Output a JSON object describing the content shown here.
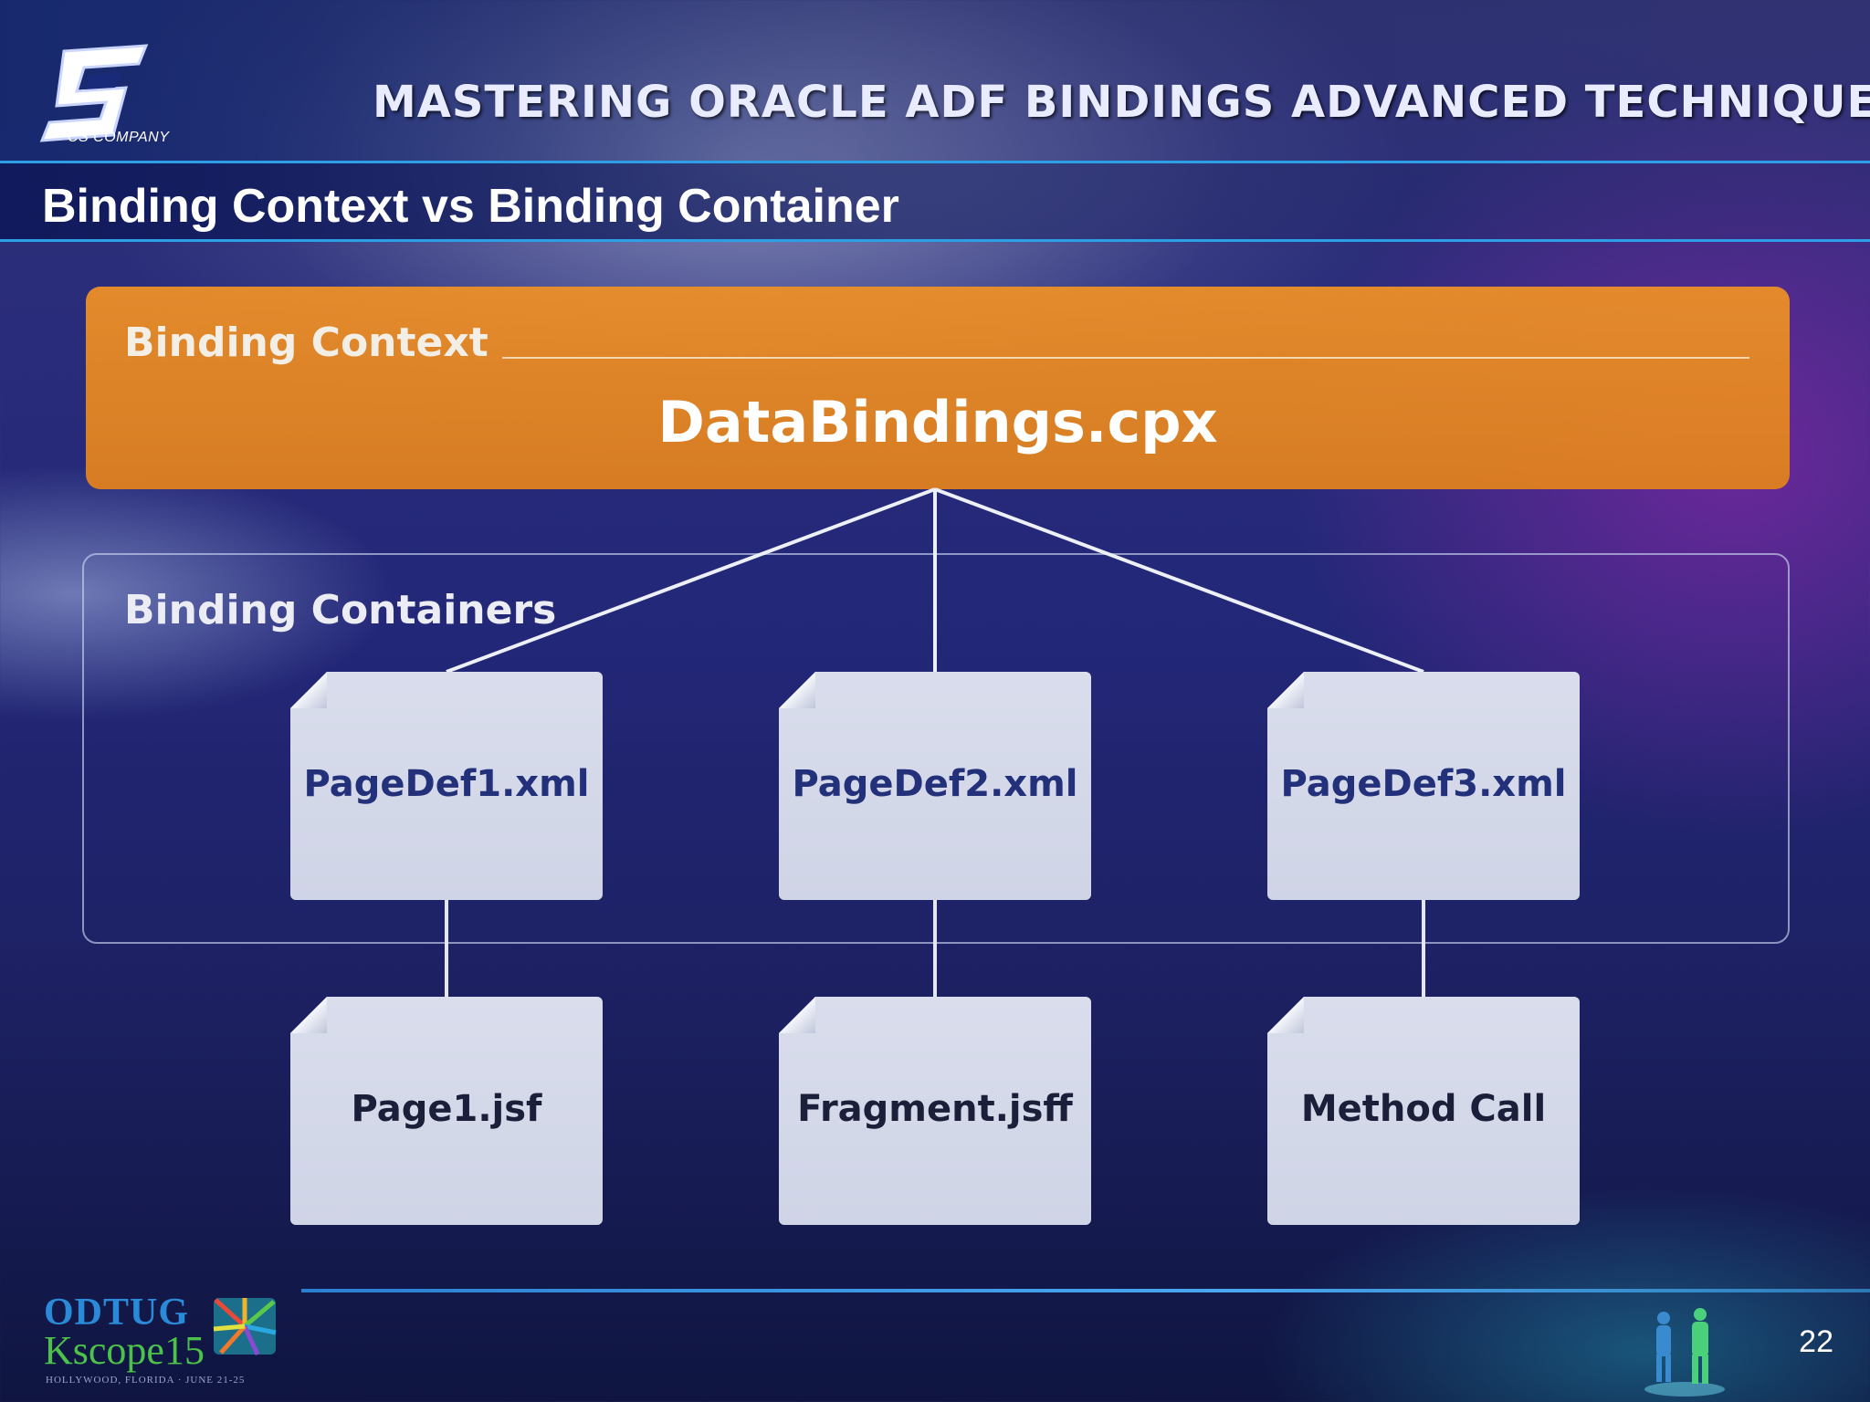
{
  "header": {
    "logo_caption": "CS COMPANY",
    "title": "MASTERING ORACLE ADF BINDINGS ADVANCED TECHNIQUES"
  },
  "slide": {
    "title": "Binding Context vs Binding Container",
    "page_number": "22"
  },
  "diagram": {
    "context": {
      "label": "Binding Context",
      "file": "DataBindings.cpx"
    },
    "containers": {
      "label": "Binding Containers",
      "page_defs": [
        "PageDef1.xml",
        "PageDef2.xml",
        "PageDef3.xml"
      ]
    },
    "consumers": [
      "Page1.jsf",
      "Fragment.jsff",
      "Method Call"
    ]
  },
  "footer": {
    "conference_name": "ODTUG",
    "conference_event": "Kscope15",
    "conference_venue": "HOLLYWOOD, FLORIDA · JUNE 21-25"
  },
  "colors": {
    "context_box": "#e8892c",
    "doc_fill": "#d6dbeb",
    "page_def_text": "#23307a",
    "rule": "#2c9fe6"
  }
}
